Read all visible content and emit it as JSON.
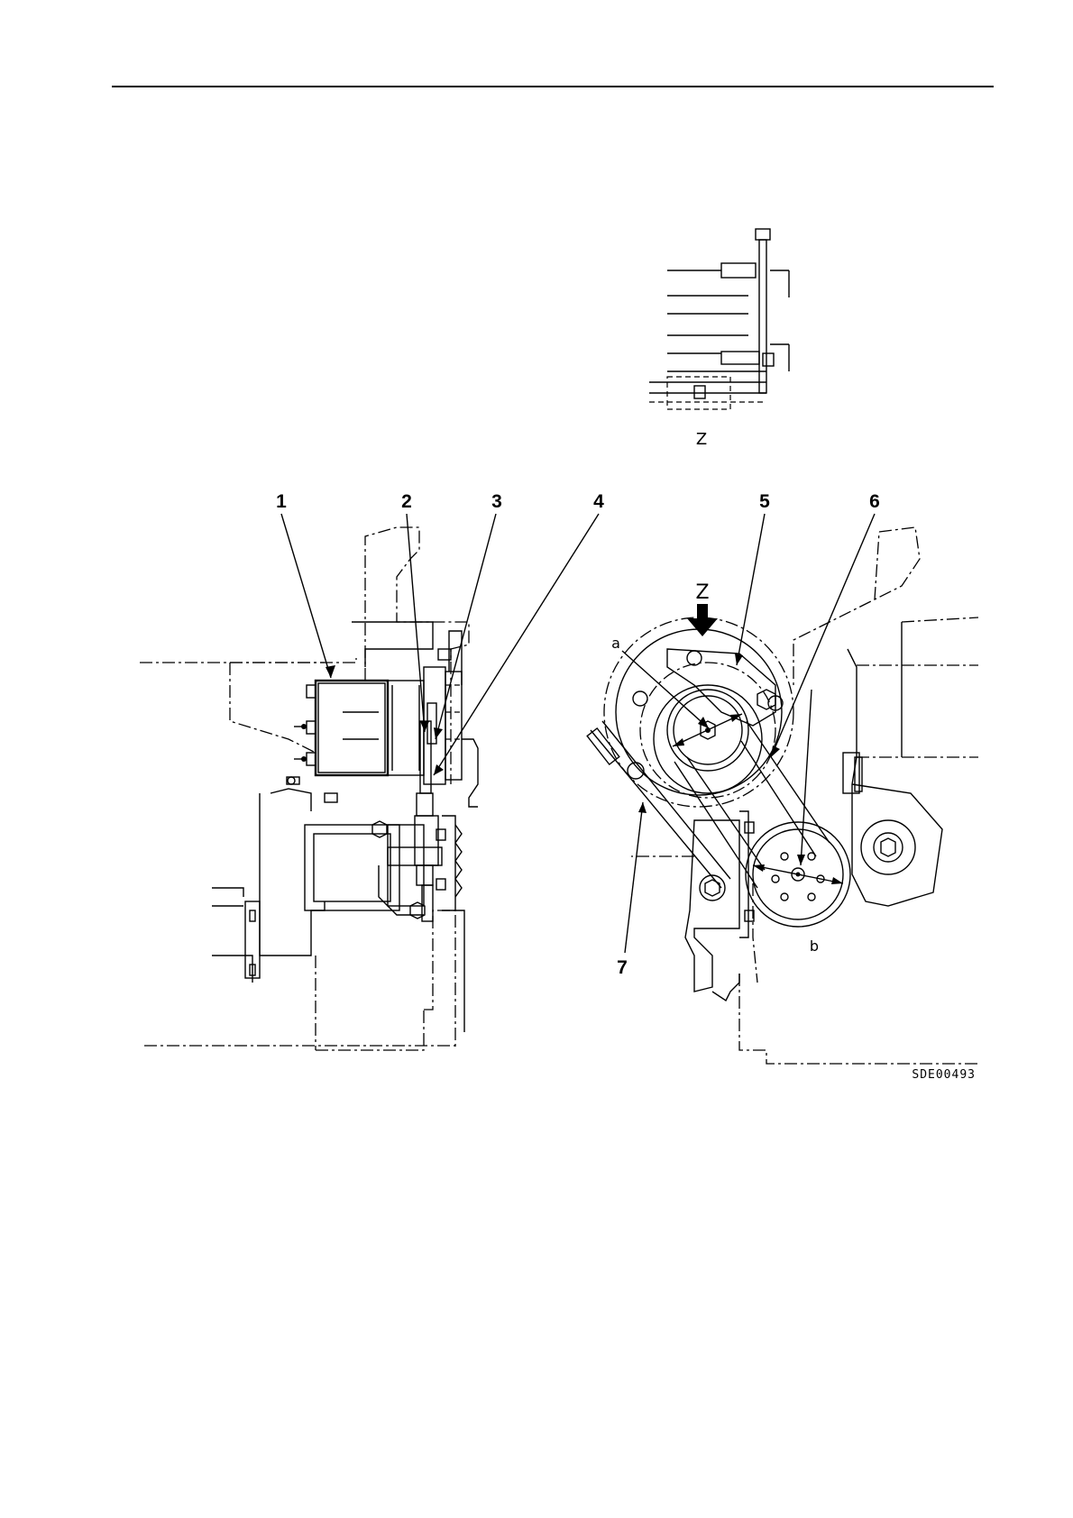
{
  "figure": {
    "view_label": "Z",
    "arrow_label": "Z",
    "callouts": [
      "1",
      "2",
      "3",
      "4",
      "5",
      "6",
      "7"
    ],
    "dimension_labels": [
      "a",
      "b"
    ],
    "drawing_code": "SDE00493"
  }
}
